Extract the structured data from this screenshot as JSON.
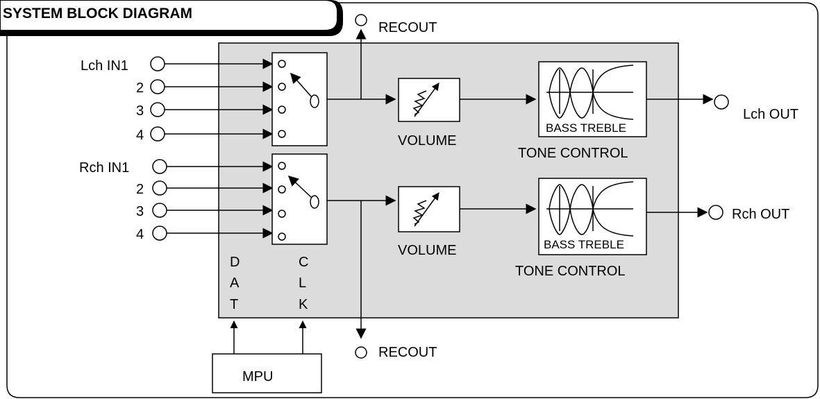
{
  "title": "SYSTEM BLOCK DIAGRAM",
  "recout_top": "RECOUT",
  "recout_bottom": "RECOUT",
  "lch": {
    "in_label": "Lch  IN1",
    "in2": "2",
    "in3": "3",
    "in4": "4",
    "volume": "VOLUME",
    "tone": "TONE CONTROL",
    "bass_treble": "BASS  TREBLE",
    "out": "Lch  OUT"
  },
  "rch": {
    "in_label": "Rch  IN1",
    "in2": "2",
    "in3": "3",
    "in4": "4",
    "volume": "VOLUME",
    "tone": "TONE CONTROL",
    "bass_treble": "BASS TREBLE",
    "out": "Rch OUT"
  },
  "dat": {
    "d": "D",
    "a": "A",
    "t": "T"
  },
  "clk": {
    "c": "C",
    "l": "L",
    "k": "K"
  },
  "mpu": "MPU",
  "colors": {
    "ic_fill": "#dcdcdc",
    "line": "#000000"
  }
}
